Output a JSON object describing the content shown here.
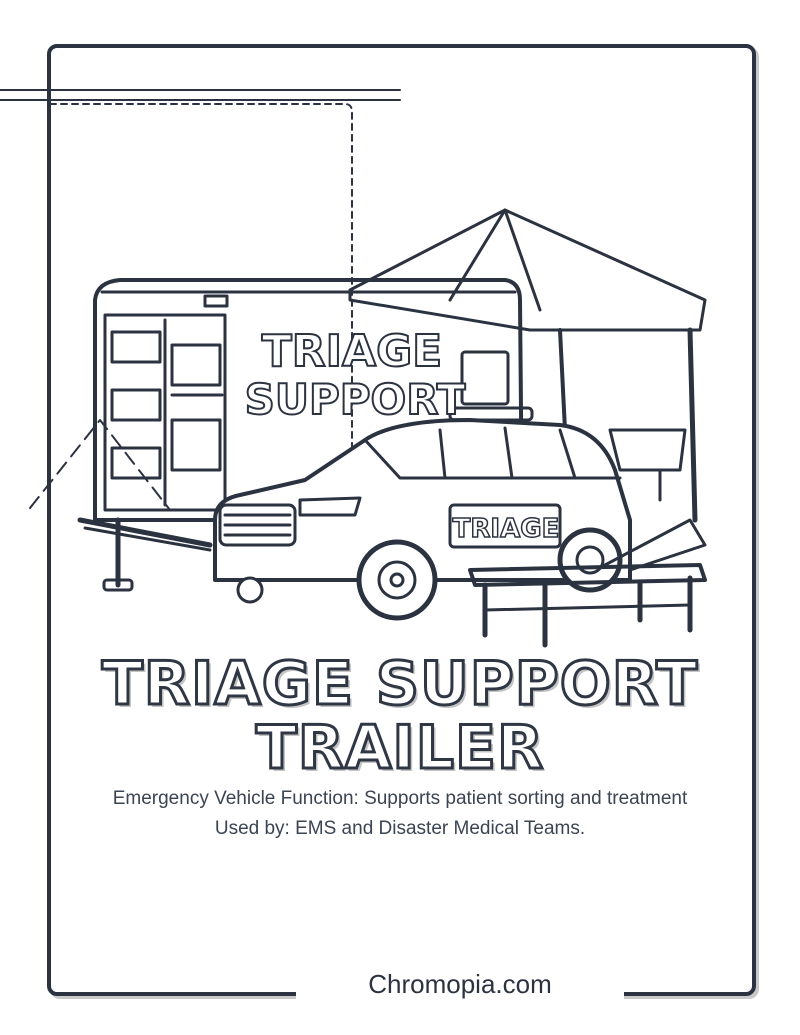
{
  "page": {
    "title_line1": "TRIAGE SUPPORT",
    "title_line2": "TRAILER",
    "description_line1": "Emergency Vehicle Function: Supports patient sorting and treatment",
    "description_line2": "Used by: EMS and Disaster Medical Teams.",
    "brand": "Chromopia.com"
  },
  "illustration": {
    "trailer_sign_line1": "TRIAGE",
    "trailer_sign_line2": "SUPPORT",
    "vehicle_door_text": "TRIAGE"
  },
  "colors": {
    "ink": "#2b3240",
    "shadow": "#c4c4c4",
    "paper": "#ffffff"
  }
}
